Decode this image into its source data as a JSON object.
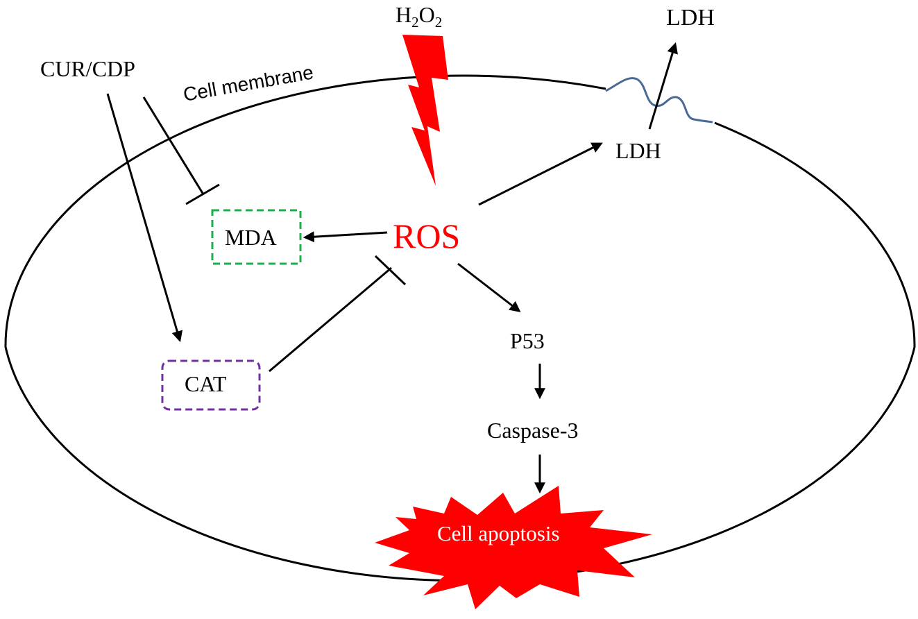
{
  "labels": {
    "h2o2": {
      "h": "H",
      "sub1": "2",
      "o": "O",
      "sub2": "2"
    },
    "cur_cdp": "CUR/CDP",
    "cell_membrane": "Cell membrane",
    "ldh_outside": "LDH",
    "ldh_inside": "LDH",
    "ros": "ROS",
    "mda": "MDA",
    "cat": "CAT",
    "p53": "P53",
    "caspase3": "Caspase-3",
    "apoptosis": "Cell apoptosis"
  },
  "colors": {
    "ros": "#ff0000",
    "h2o2_bolt": "#ff0000",
    "apoptosis_burst": "#ff0000",
    "mda_box": "#1aaf4b",
    "cat_box": "#7030a0",
    "membrane_damage": "#4a6a96",
    "line": "#000000"
  }
}
